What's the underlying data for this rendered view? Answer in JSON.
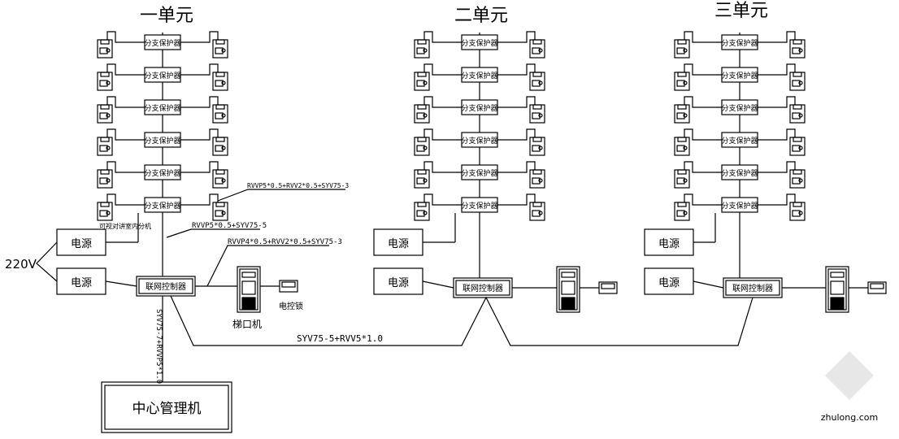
{
  "units": [
    {
      "title": "一单元",
      "branch_label": "分支保护器",
      "power_top": "电源",
      "power_bottom": "电源",
      "controller": "联网控制器"
    },
    {
      "title": "二单元",
      "branch_label": "分支保护器",
      "power_top": "电源",
      "power_bottom": "电源",
      "controller": "联网控制器"
    },
    {
      "title": "三单元",
      "branch_label": "分支保护器",
      "power_top": "电源",
      "power_bottom": "电源",
      "controller": "联网控制器"
    }
  ],
  "labels": {
    "indoor_unit": "可视对讲室内分机",
    "cable_branch": "RVVP5*0.5+RVV2*0.5+SYV75-3",
    "cable_riser": "RVVP5*0.5+SYV75-5",
    "cable_door": "RVVP4*0.5+RVV2*0.5+SYV75-3",
    "lock": "电控锁",
    "door_station": "梯口机",
    "voltage": "220V",
    "network_cable": "SYV75-5+RVV5*1.0",
    "center_cable": "SYV75-7+RVVP5*1.0",
    "center": "中心管理机",
    "watermark": "zhulong.com"
  }
}
